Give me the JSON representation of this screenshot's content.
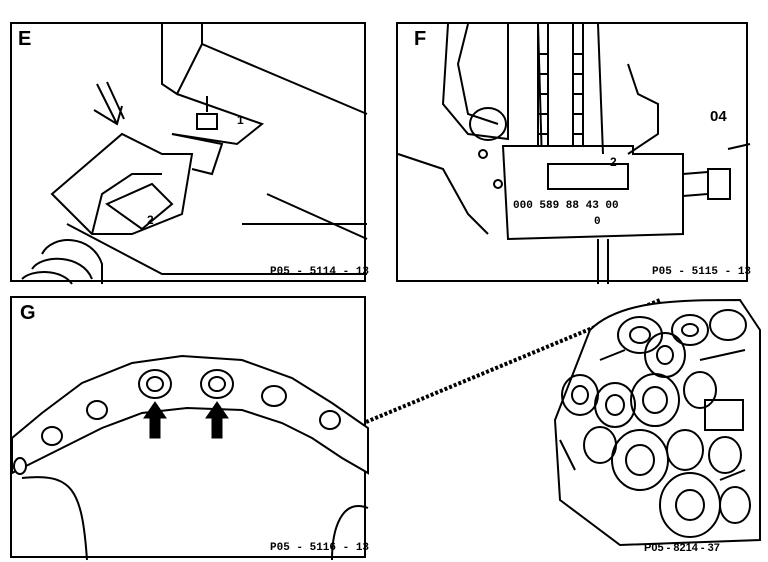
{
  "panels": {
    "E": {
      "letter": "E",
      "code": "P05 - 5114 - 13"
    },
    "F": {
      "letter": "F",
      "code": "P05 - 5115 - 13",
      "callout": "04",
      "part_number": "000 589 88 43 00",
      "extra_mark": "0"
    },
    "G": {
      "letter": "G",
      "code": "P05 - 5116 - 13"
    }
  },
  "engine": {
    "code": "P05 - 8214 - 37"
  }
}
